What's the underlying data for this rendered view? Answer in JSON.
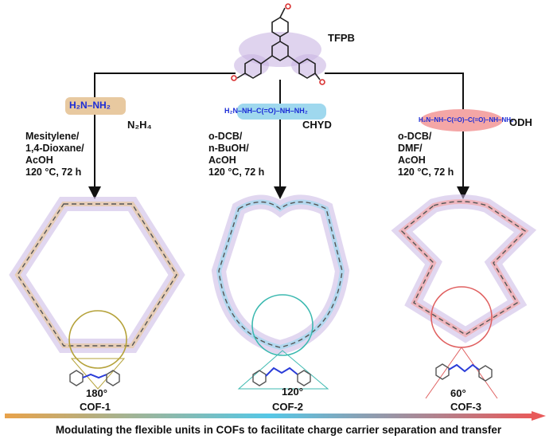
{
  "top": {
    "name": "TFPB"
  },
  "linkers": [
    {
      "name": "N₂H₄",
      "formula": "H₂N–NH₂",
      "color": "#e8c9a0"
    },
    {
      "name": "CHYD",
      "formula": "H₂N–NH–C(=O)–NH–NH₂",
      "color": "#9fd8ee"
    },
    {
      "name": "ODH",
      "formula": "H₂N–NH–C(=O)–C(=O)–NH–NH₂",
      "color": "#f4a6a6"
    }
  ],
  "conditions": [
    "Mesitylene/\n1,4-Dioxane/\nAcOH\n120 °C, 72 h",
    "o-DCB/\nn-BuOH/\nAcOH\n120 °C, 72 h",
    "o-DCB/\nDMF/\nAcOH\n120 °C, 72 h"
  ],
  "products": [
    {
      "name": "COF-1",
      "angle": "180°",
      "ring": "#b5a23a"
    },
    {
      "name": "COF-2",
      "angle": "120°",
      "ring": "#3cb9b0"
    },
    {
      "name": "COF-3",
      "angle": "60°",
      "ring": "#e06060"
    }
  ],
  "caption": "Modulating the flexible units in COFs to facilitate charge carrier separation and transfer",
  "colors": {
    "gradient_start": "#e8a24a",
    "gradient_mid": "#55c7e6",
    "gradient_end": "#e85a5a",
    "framework": "#c9b6e3",
    "atom": "#555555",
    "nitrogen": "#2a3cd8",
    "oxygen": "#d83030"
  }
}
